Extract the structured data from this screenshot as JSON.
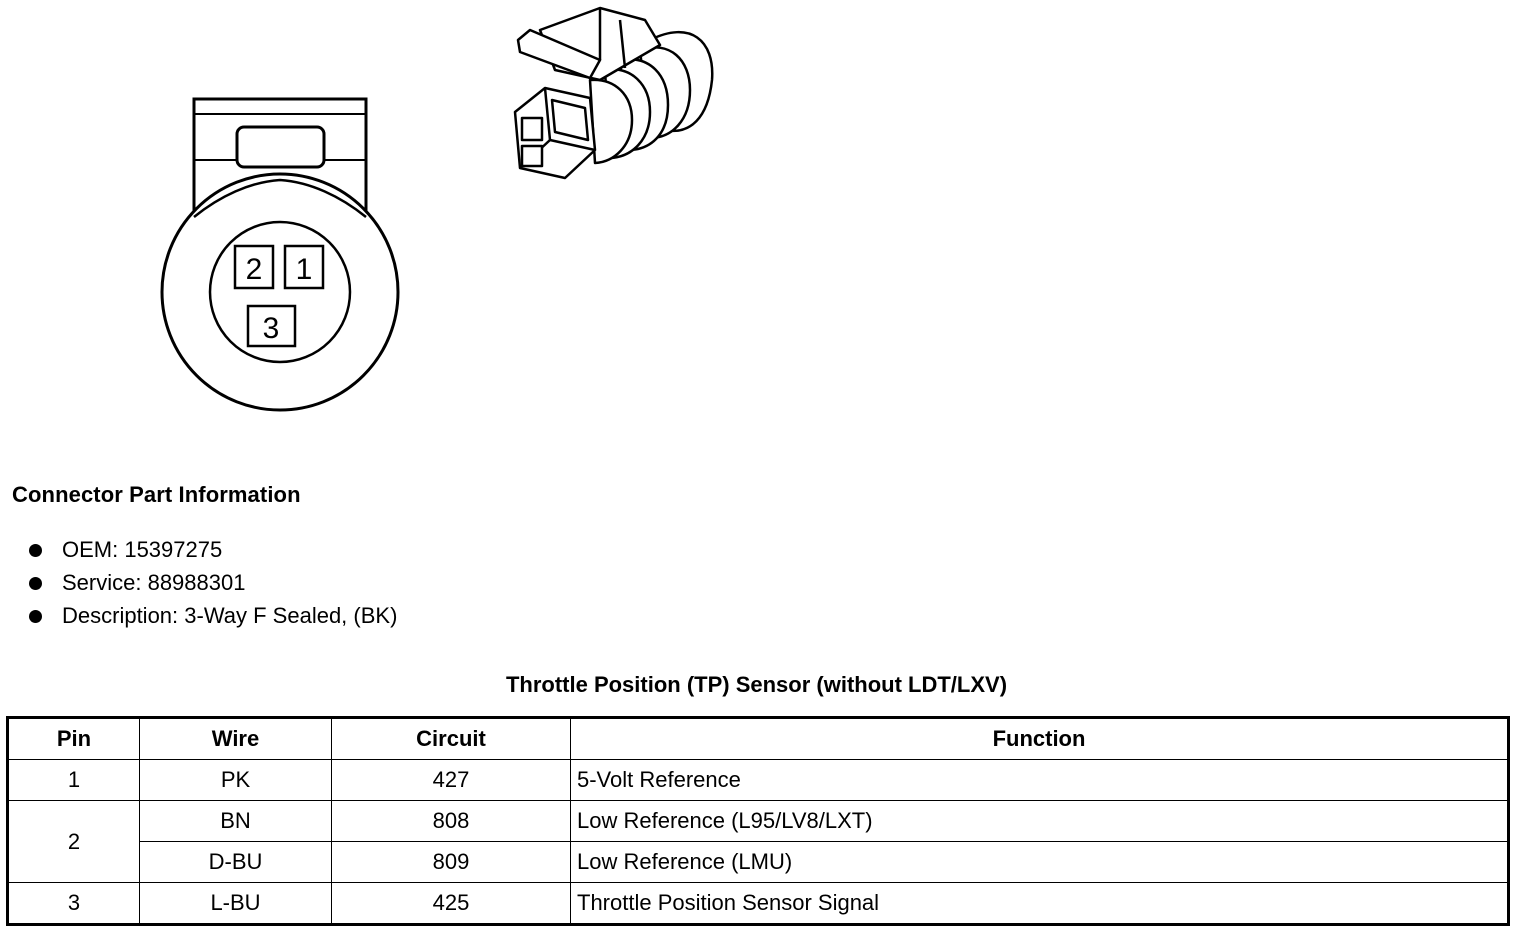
{
  "connector_face": {
    "pins": [
      "2",
      "1",
      "3"
    ]
  },
  "part_info": {
    "heading": "Connector Part Information",
    "items": [
      "OEM: 15397275",
      "Service: 88988301",
      "Description: 3-Way F Sealed, (BK)"
    ]
  },
  "table": {
    "title": "Throttle Position (TP) Sensor (without LDT/LXV)",
    "headers": {
      "pin": "Pin",
      "wire": "Wire",
      "circuit": "Circuit",
      "function": "Function"
    },
    "rows": [
      {
        "pin": "1",
        "wire": "PK",
        "circuit": "427",
        "function": "5-Volt Reference"
      },
      {
        "pin": "2",
        "wire": "BN",
        "circuit": "808",
        "function": "Low Reference (L95/LV8/LXT)"
      },
      {
        "pin": "",
        "wire": "D-BU",
        "circuit": "809",
        "function": "Low Reference (LMU)"
      },
      {
        "pin": "3",
        "wire": "L-BU",
        "circuit": "425",
        "function": "Throttle Position Sensor Signal"
      }
    ]
  }
}
